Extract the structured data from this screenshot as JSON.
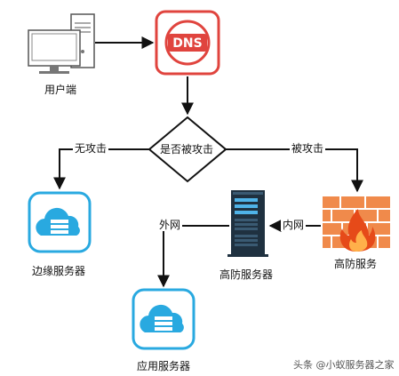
{
  "nodes": {
    "client": {
      "label": "用户端"
    },
    "dns": {
      "label": "DNS"
    },
    "decision": {
      "label": "是否被攻击"
    },
    "edge_server": {
      "label": "边缘服务器"
    },
    "firewall": {
      "label": "高防服务"
    },
    "ddos_server": {
      "label": "高防服务器"
    },
    "app_server": {
      "label": "应用服务器"
    }
  },
  "edges": {
    "no_attack": "无攻击",
    "attacked": "被攻击",
    "intranet": "内网",
    "extranet": "外网"
  },
  "watermark": "头条 @小蚁服务器之家",
  "colors": {
    "dns_red": "#e0443e",
    "cloud_blue": "#29a9e0",
    "brick": "#f08a4b",
    "flame": "#e64a19",
    "rack": "#1f3140",
    "line": "#111111"
  }
}
